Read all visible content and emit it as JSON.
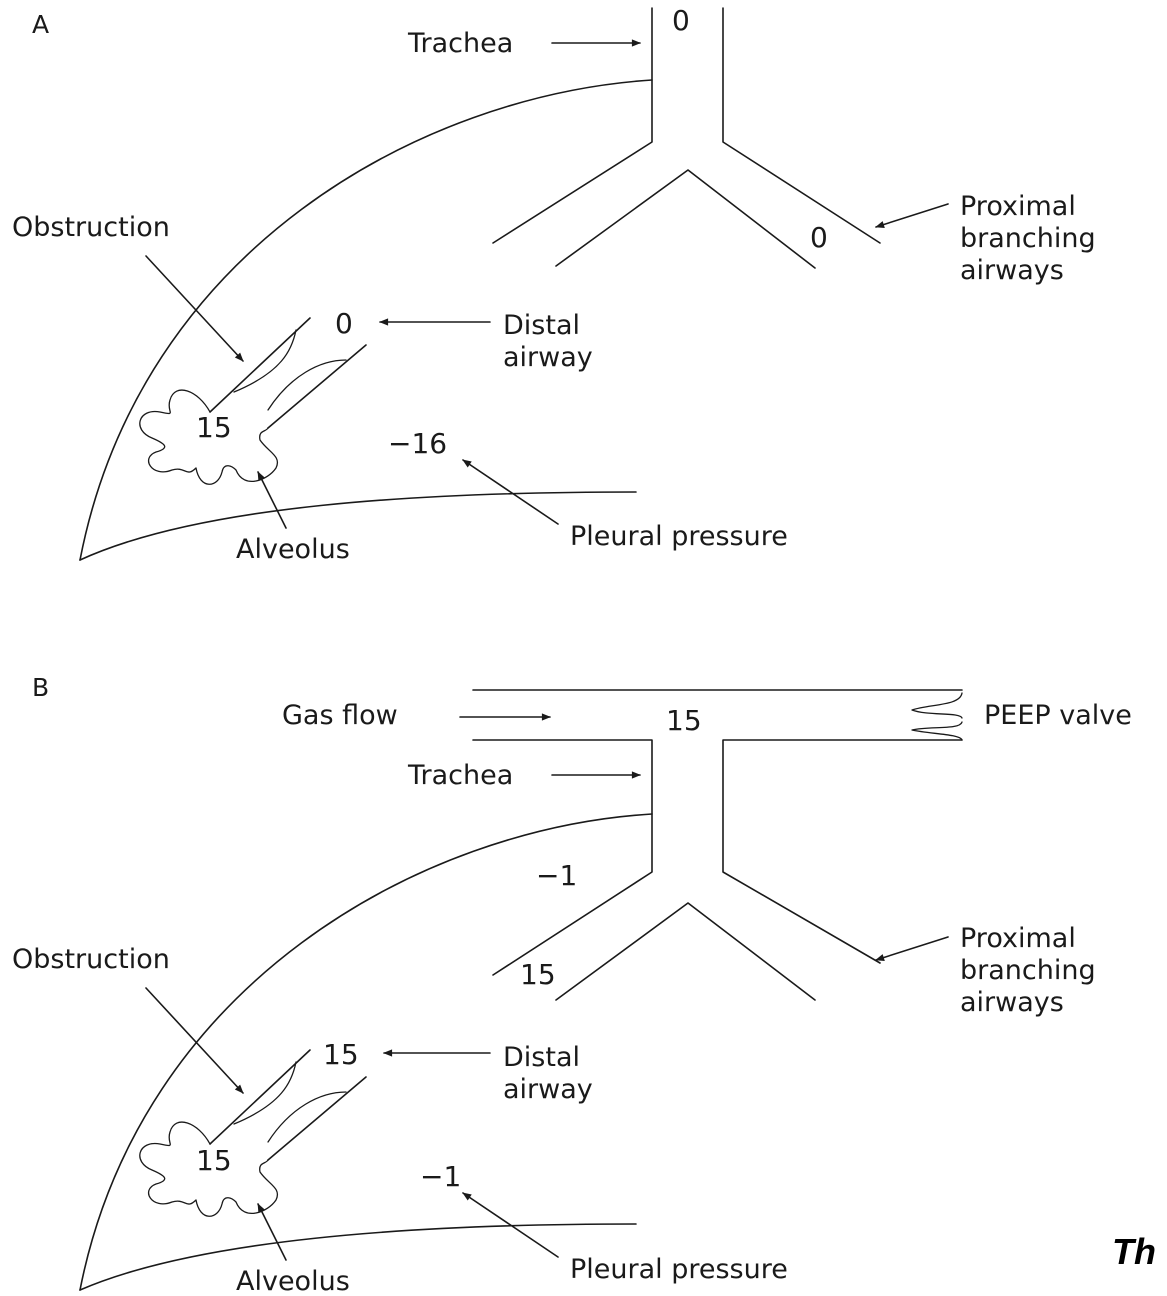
{
  "panel_a": {
    "letter": "A",
    "trachea": "Trachea",
    "obstruction": "Obstruction",
    "proximal": [
      "Proximal",
      "branching",
      "airways"
    ],
    "distal": [
      "Distal",
      "airway"
    ],
    "alveolus": "Alveolus",
    "pleural": "Pleural pressure",
    "values": {
      "trachea": "0",
      "proximal": "0",
      "distal": "0",
      "alveolus": "15",
      "pleural": "−16"
    }
  },
  "panel_b": {
    "letter": "B",
    "gas_flow": "Gas flow",
    "peep": "PEEP valve",
    "trachea": "Trachea",
    "obstruction": "Obstruction",
    "proximal": [
      "Proximal",
      "branching",
      "airways"
    ],
    "distal": [
      "Distal",
      "airway"
    ],
    "alveolus": "Alveolus",
    "pleural": "Pleural pressure",
    "values": {
      "circuit": "15",
      "airway_wall": "−1",
      "proximal": "15",
      "distal": "15",
      "alveolus": "15",
      "pleural": "−1"
    }
  },
  "edge_text": "Th"
}
